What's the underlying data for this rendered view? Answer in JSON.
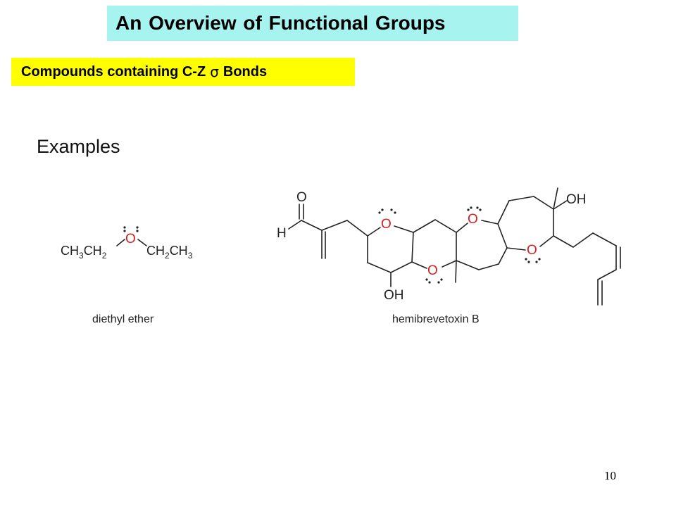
{
  "slide": {
    "title": "An Overview of Functional Groups",
    "subtitle_pre": "Compounds containing C-Z",
    "subtitle_sigma": "σ",
    "subtitle_post": "Bonds",
    "examples_label": "Examples",
    "page_number": "10"
  },
  "diethyl_ether": {
    "left_ch3": "CH",
    "left_ch3_sub": "3",
    "left_ch2": "CH",
    "left_ch2_sub": "2",
    "oxygen": "O",
    "right_ch2": "CH",
    "right_ch2_sub": "2",
    "right_ch3": "CH",
    "right_ch3_sub": "3",
    "caption": "diethyl ether"
  },
  "hemibrevetoxin": {
    "aldehyde_o": "O",
    "aldehyde_h": "H",
    "ring_o1": "O",
    "ring_o2": "O",
    "ring_o3": "O",
    "ring_o4": "O",
    "oh_bottom": "OH",
    "oh_top": "OH",
    "caption": "hemibrevetoxin B"
  },
  "colors": {
    "title_bg": "#a7f3f0",
    "subtitle_bg": "#ffff00",
    "oxygen": "#d62020"
  }
}
